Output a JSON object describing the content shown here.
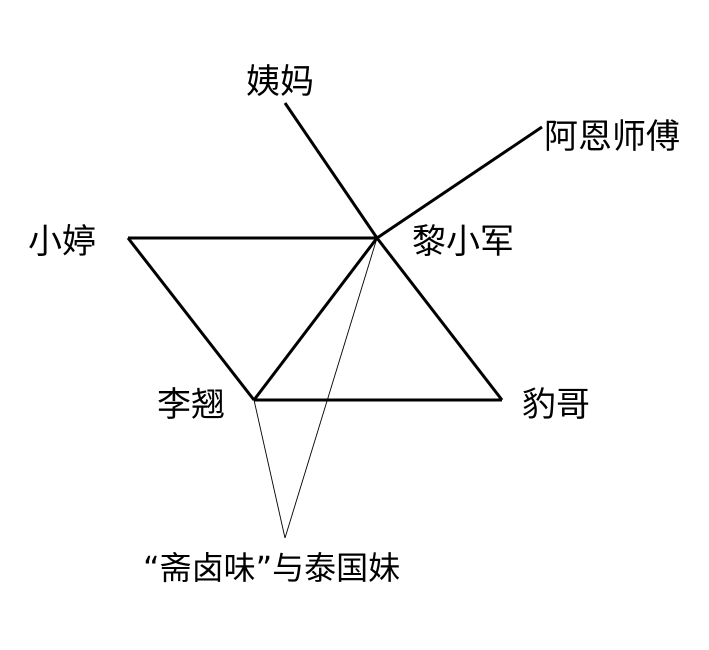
{
  "nodes": {
    "yima": "姨妈",
    "aen": "阿恩师傅",
    "xiaoting": "小婷",
    "lixiaojun": "黎小军",
    "lixiang": "李翘",
    "baoge": "豹哥"
  },
  "caption": "“斋卤味”与泰国妹",
  "colors": {
    "line": "#000000",
    "text": "#000000",
    "background": "#ffffff"
  }
}
